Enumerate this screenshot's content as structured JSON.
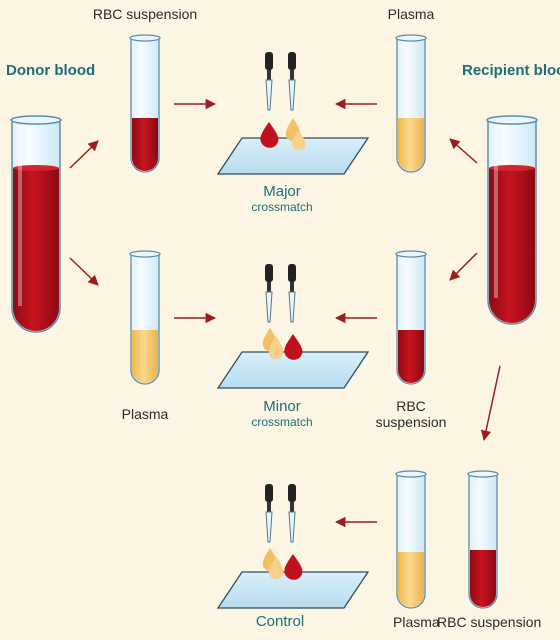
{
  "colors": {
    "background": "#fdf5e3",
    "accent_teal": "#1d6e75",
    "blood_red": "#b3101c",
    "plasma_yellow": "#f6c35c",
    "arrow": "#9b1d22",
    "slide_blue": "#cbe6f3"
  },
  "labels": {
    "donor_blood": "Donor blood",
    "recipient_blood": "Recipient blood",
    "rbc_suspension_top": "RBC suspension",
    "plasma_top": "Plasma",
    "plasma_left": "Plasma",
    "rbc_suspension_mid_1": "RBC",
    "rbc_suspension_mid_2": "suspension",
    "plasma_bottom": "Plasma",
    "rbc_suspension_bottom": "RBC suspension"
  },
  "tests": [
    {
      "title": "Major",
      "subtitle": "crossmatch",
      "left_drop": "red",
      "right_drops": "yellow"
    },
    {
      "title": "Minor",
      "subtitle": "crossmatch",
      "left_drops": "yellow",
      "right_drop": "red"
    },
    {
      "title": "Control",
      "subtitle": "",
      "left_drops": "yellow",
      "right_drop": "red"
    }
  ]
}
